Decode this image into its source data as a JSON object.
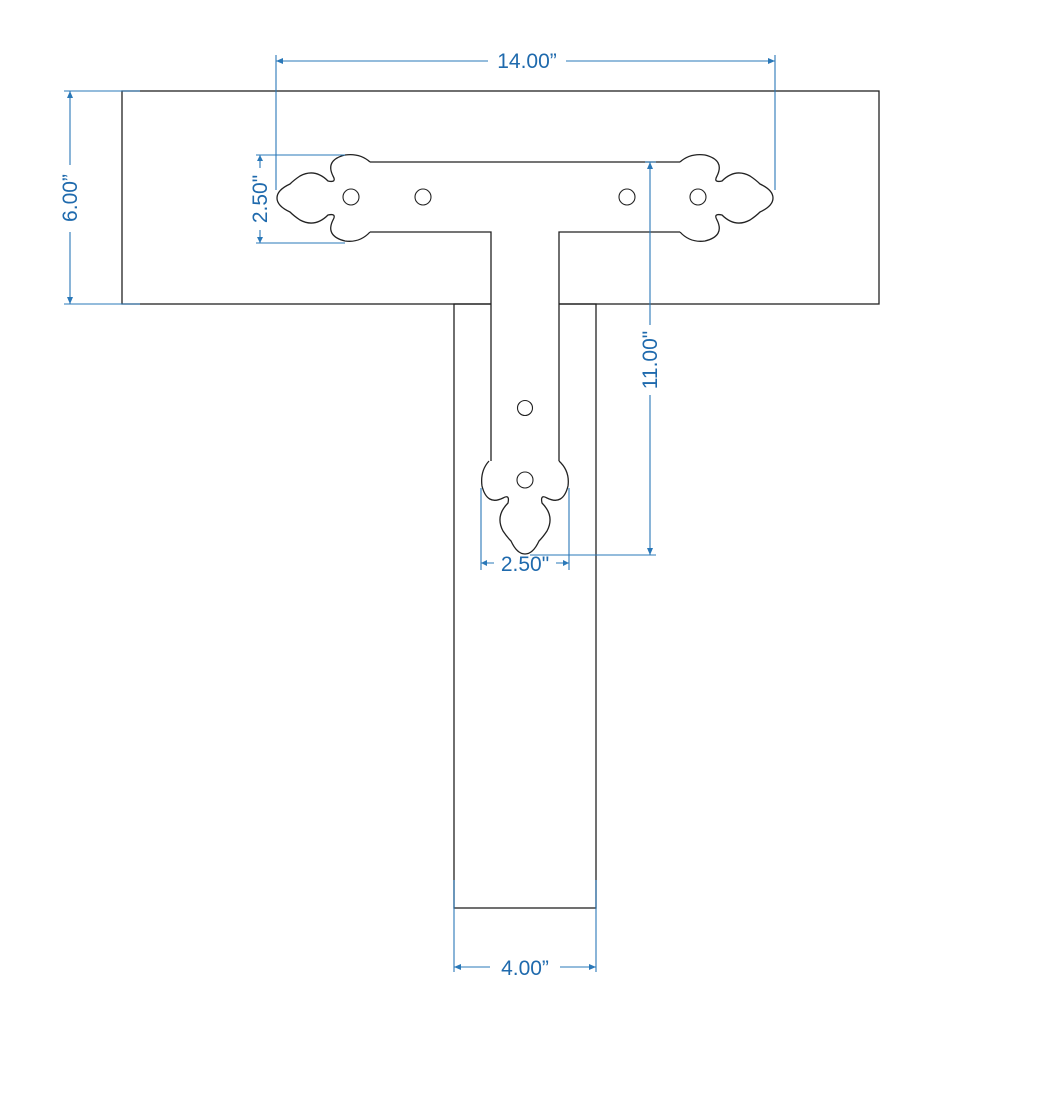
{
  "dimensions": {
    "overall_width": "14.00”",
    "board_height": "6.00”",
    "strap_width_horizontal": "2.50\"",
    "stem_length": "11.00\"",
    "strap_width_vertical": "2.50\"",
    "leg_width": "4.00”"
  },
  "colors": {
    "dimension": "#2a78b8",
    "outline": "#222222"
  }
}
